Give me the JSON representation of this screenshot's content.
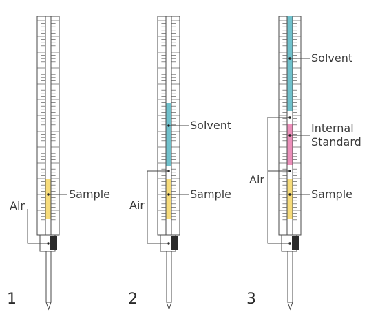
{
  "colors": {
    "sample": "#f7dc7a",
    "solvent": "#6fc1cc",
    "internal_standard": "#ec8fba"
  },
  "syringes": [
    {
      "number": "1",
      "labels": {
        "air": "Air",
        "sample": "Sample"
      }
    },
    {
      "number": "2",
      "labels": {
        "air": "Air",
        "sample": "Sample",
        "solvent": "Solvent"
      }
    },
    {
      "number": "3",
      "labels": {
        "air": "Air",
        "sample": "Sample",
        "solvent": "Solvent",
        "standard_line1": "Internal",
        "standard_line2": "Standard"
      }
    }
  ]
}
